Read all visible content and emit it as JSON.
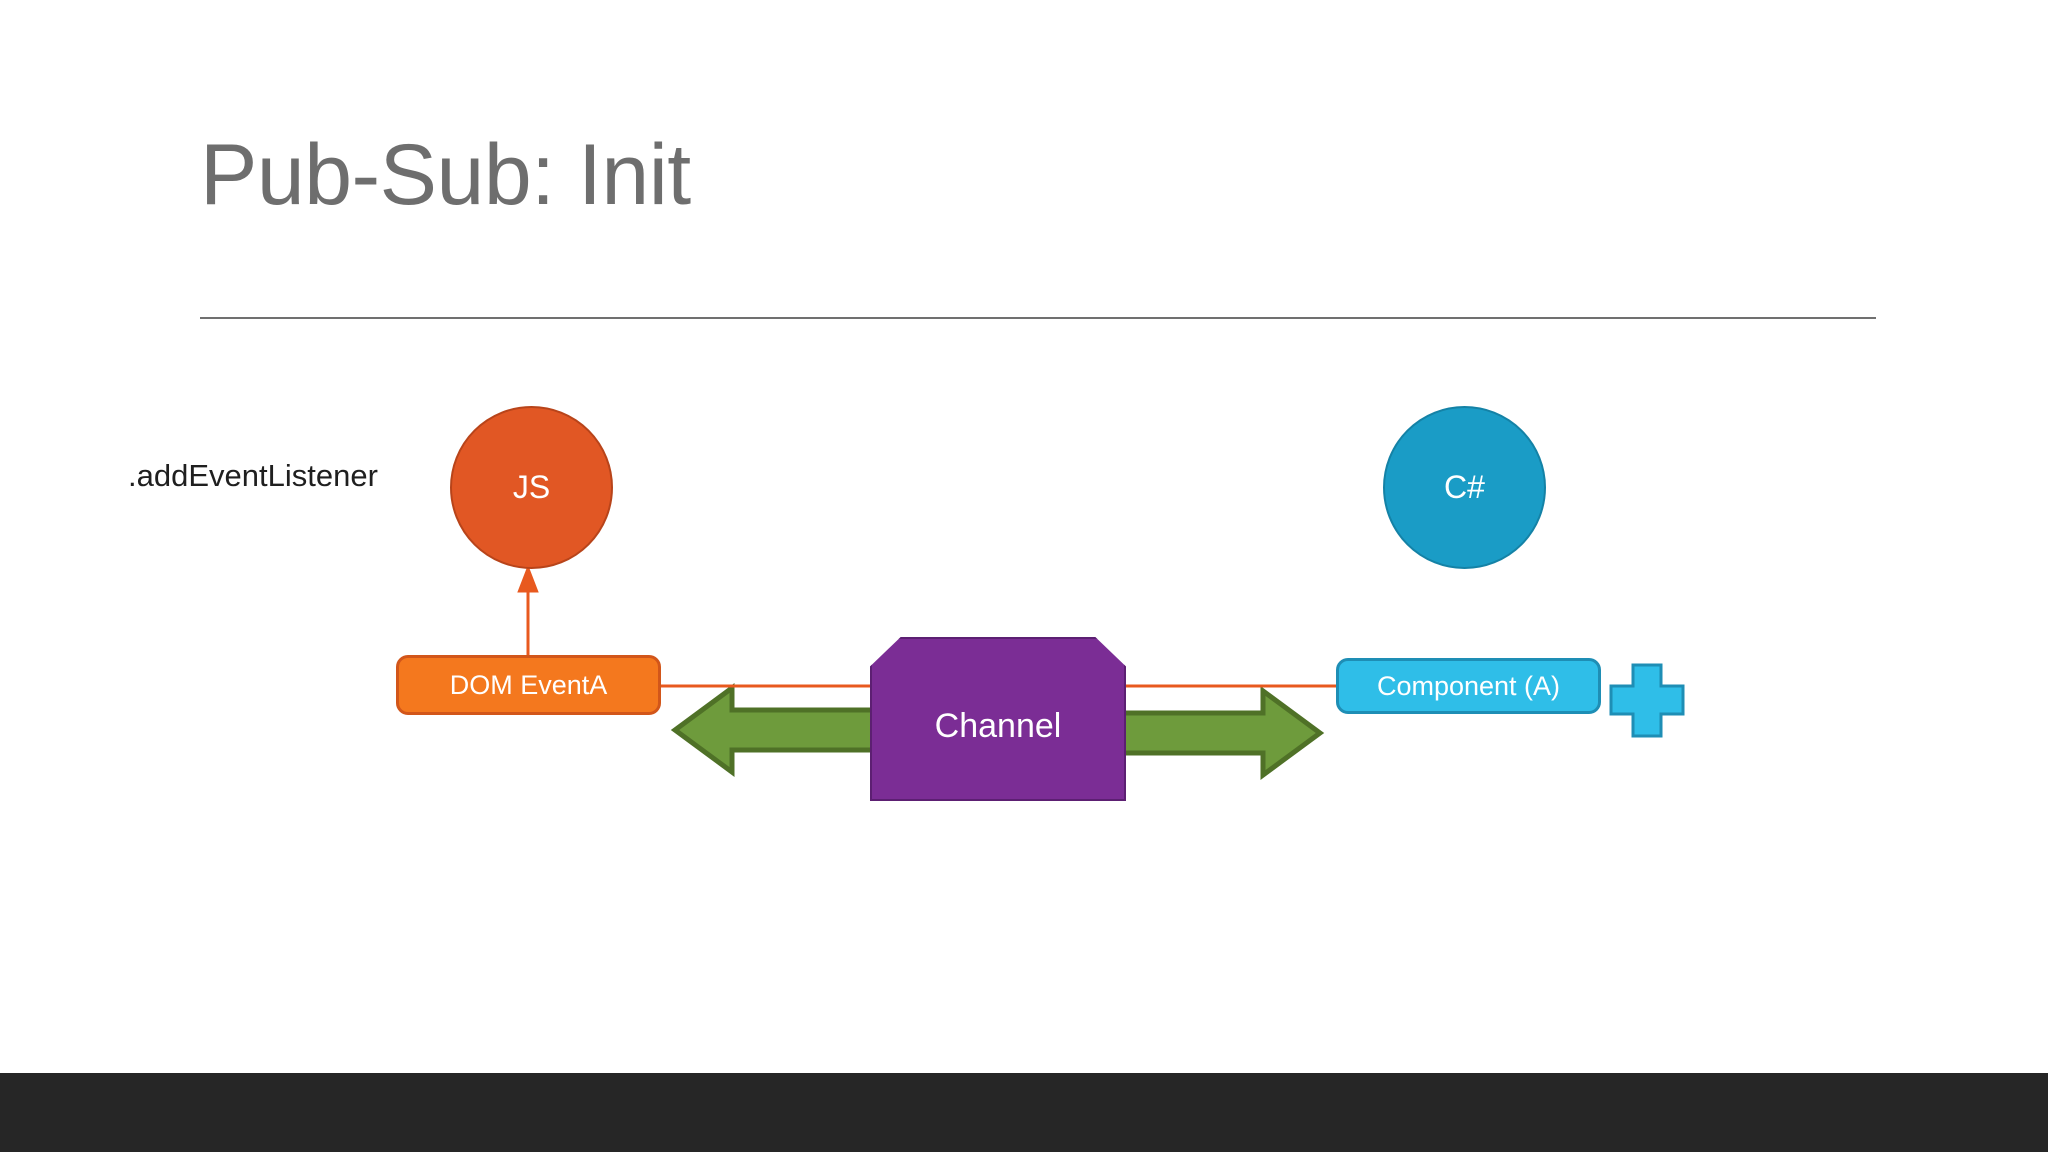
{
  "slide": {
    "title": "Pub-Sub: Init",
    "background_color": "#FFFFFF",
    "rule_color": "#707070",
    "footer_band_color": "#262626"
  },
  "diagram": {
    "type": "pub-sub-architecture",
    "labels": {
      "add_event_listener": ".addEventListener"
    },
    "nodes": {
      "js_circle": {
        "label": "JS",
        "shape": "circle",
        "fill": "#E15724",
        "stroke": "#B8441A",
        "text_color": "#FFFFFF"
      },
      "csharp_circle": {
        "label": "C#",
        "shape": "circle",
        "fill": "#1A9CC6",
        "stroke": "#1482A6",
        "text_color": "#FFFFFF"
      },
      "dom_event": {
        "label": "DOM EventA",
        "shape": "rounded-rectangle",
        "fill": "#F4781E",
        "stroke": "#D2561A",
        "text_color": "#FFFFFF"
      },
      "channel": {
        "label": "Channel",
        "shape": "pentagon",
        "fill": "#7B2D95",
        "stroke": "#5C1F72",
        "text_color": "#FFFFFF"
      },
      "component_a": {
        "label": "Component (A)",
        "shape": "rounded-rectangle",
        "fill": "#2FBEE8",
        "stroke": "#1E8EB5",
        "text_color": "#FFFFFF"
      },
      "plus_badge": {
        "label": "+",
        "shape": "cross",
        "fill": "#2FBEE8",
        "stroke": "#1E8EB5"
      }
    },
    "connectors": {
      "dom_event_to_js": {
        "kind": "arrow",
        "direction": "up",
        "color": "#E8591F"
      },
      "dom_event_to_component_a": {
        "kind": "line",
        "direction": "horizontal",
        "color": "#E8591F"
      },
      "channel_to_dom_event": {
        "kind": "block-arrow",
        "direction": "left",
        "fill": "#6E9B3C",
        "stroke": "#4F7127"
      },
      "channel_to_component_a": {
        "kind": "block-arrow",
        "direction": "right",
        "fill": "#6E9B3C",
        "stroke": "#4F7127"
      }
    }
  }
}
